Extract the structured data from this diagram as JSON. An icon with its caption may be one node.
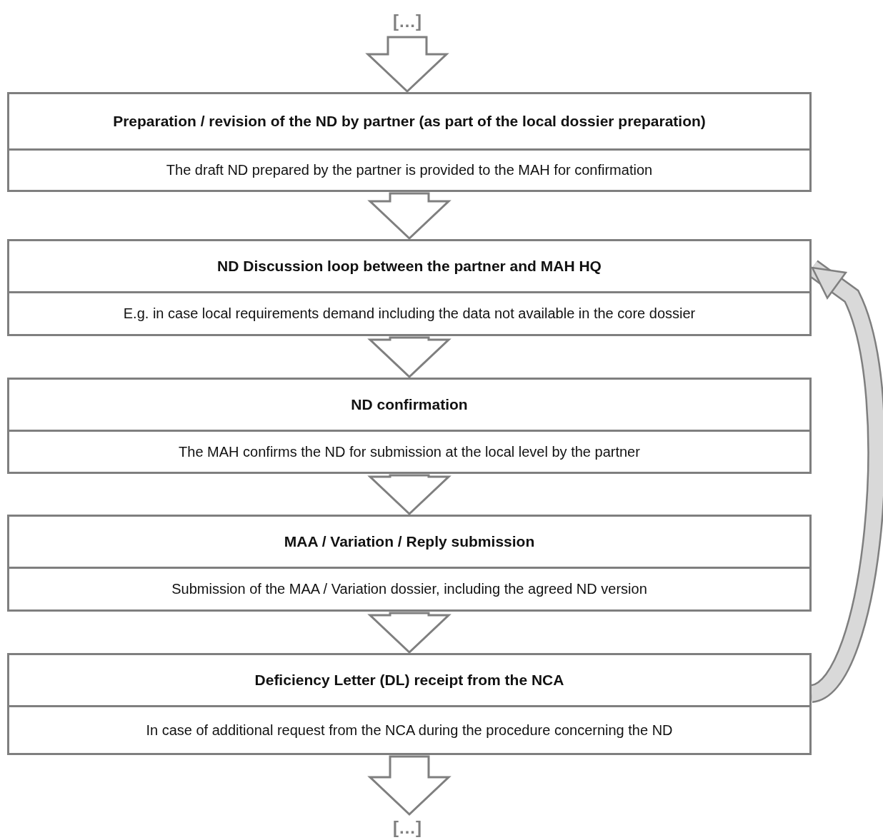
{
  "diagram": {
    "nodes": [
      {
        "text": [
          "[…]"
        ]
      },
      {
        "text": [
          "Preparation / revision of the ND by partner (as part of the local dossier preparation)",
          "The draft ND prepared by the partner is provided to the MAH for confirmation"
        ]
      },
      {
        "text": [
          "ND Discussion loop between the partner and MAH HQ",
          "E.g. in case local requirements demand including the data not available in the core dossier"
        ]
      },
      {
        "text": [
          "ND confirmation",
          "The MAH confirms the ND for submission at the local level by the partner"
        ]
      },
      {
        "text": [
          "MAA / Variation / Reply submission",
          "Submission of the MAA / Variation dossier, including the agreed ND version"
        ]
      },
      {
        "text": [
          "Deficiency Letter (DL) receipt from the NCA",
          "In case of additional request from the NCA during the procedure concerning the ND"
        ]
      },
      {
        "text": [
          "[…]"
        ]
      }
    ],
    "edges": [
      {
        "from": 0,
        "to": 1,
        "arrow": "to"
      },
      {
        "from": 1,
        "to": 2,
        "arrow": "to"
      },
      {
        "from": 2,
        "to": 3,
        "arrow": "to"
      },
      {
        "from": 3,
        "to": 4,
        "arrow": "to"
      },
      {
        "from": 4,
        "to": 5,
        "arrow": "to"
      },
      {
        "from": 5,
        "to": 6,
        "arrow": "to"
      },
      {
        "from": 5,
        "to": 2,
        "arrow": "to",
        "color": "#d9d9d9"
      }
    ]
  }
}
